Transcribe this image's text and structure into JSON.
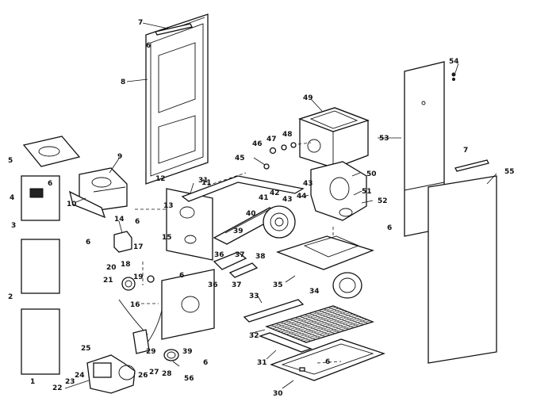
{
  "diagram": {
    "callouts": [
      {
        "id": "c1",
        "label": "1"
      },
      {
        "id": "c2",
        "label": "2"
      },
      {
        "id": "c3",
        "label": "3"
      },
      {
        "id": "c4",
        "label": "4"
      },
      {
        "id": "c5",
        "label": "5"
      },
      {
        "id": "c6a",
        "label": "6"
      },
      {
        "id": "c6b",
        "label": "6"
      },
      {
        "id": "c6c",
        "label": "6"
      },
      {
        "id": "c6d",
        "label": "6"
      },
      {
        "id": "c6e",
        "label": "6"
      },
      {
        "id": "c6f",
        "label": "6"
      },
      {
        "id": "c6g",
        "label": "6"
      },
      {
        "id": "c6h",
        "label": "6"
      },
      {
        "id": "c7a",
        "label": "7"
      },
      {
        "id": "c7b",
        "label": "7"
      },
      {
        "id": "c8",
        "label": "8"
      },
      {
        "id": "c9",
        "label": "9"
      },
      {
        "id": "c10",
        "label": "10"
      },
      {
        "id": "c11",
        "label": "11"
      },
      {
        "id": "c12",
        "label": "12"
      },
      {
        "id": "c13",
        "label": "13"
      },
      {
        "id": "c14",
        "label": "14"
      },
      {
        "id": "c15",
        "label": "15"
      },
      {
        "id": "c16",
        "label": "16"
      },
      {
        "id": "c17",
        "label": "17"
      },
      {
        "id": "c18",
        "label": "18"
      },
      {
        "id": "c19",
        "label": "19"
      },
      {
        "id": "c20",
        "label": "20"
      },
      {
        "id": "c21",
        "label": "21"
      },
      {
        "id": "c22",
        "label": "22"
      },
      {
        "id": "c23",
        "label": "23"
      },
      {
        "id": "c24",
        "label": "24"
      },
      {
        "id": "c25",
        "label": "25"
      },
      {
        "id": "c26",
        "label": "26"
      },
      {
        "id": "c27",
        "label": "27"
      },
      {
        "id": "c28",
        "label": "28"
      },
      {
        "id": "c29",
        "label": "29"
      },
      {
        "id": "c30",
        "label": "30"
      },
      {
        "id": "c31a",
        "label": "31"
      },
      {
        "id": "c31b",
        "label": "31"
      },
      {
        "id": "c32",
        "label": "32"
      },
      {
        "id": "c33",
        "label": "33"
      },
      {
        "id": "c34",
        "label": "34"
      },
      {
        "id": "c35",
        "label": "35"
      },
      {
        "id": "c36a",
        "label": "36"
      },
      {
        "id": "c36b",
        "label": "36"
      },
      {
        "id": "c37a",
        "label": "37"
      },
      {
        "id": "c37b",
        "label": "37"
      },
      {
        "id": "c38",
        "label": "38"
      },
      {
        "id": "c39a",
        "label": "39"
      },
      {
        "id": "c39b",
        "label": "39"
      },
      {
        "id": "c40",
        "label": "40"
      },
      {
        "id": "c41",
        "label": "41"
      },
      {
        "id": "c42",
        "label": "42"
      },
      {
        "id": "c43a",
        "label": "43"
      },
      {
        "id": "c43b",
        "label": "43"
      },
      {
        "id": "c44",
        "label": "44"
      },
      {
        "id": "c45",
        "label": "45"
      },
      {
        "id": "c46",
        "label": "46"
      },
      {
        "id": "c47",
        "label": "47"
      },
      {
        "id": "c48",
        "label": "48"
      },
      {
        "id": "c49",
        "label": "49"
      },
      {
        "id": "c50",
        "label": "50"
      },
      {
        "id": "c51",
        "label": "51"
      },
      {
        "id": "c52",
        "label": "52"
      },
      {
        "id": "c53",
        "label": "53"
      },
      {
        "id": "c54",
        "label": "54"
      },
      {
        "id": "c55",
        "label": "55"
      },
      {
        "id": "c56",
        "label": "56"
      }
    ]
  }
}
